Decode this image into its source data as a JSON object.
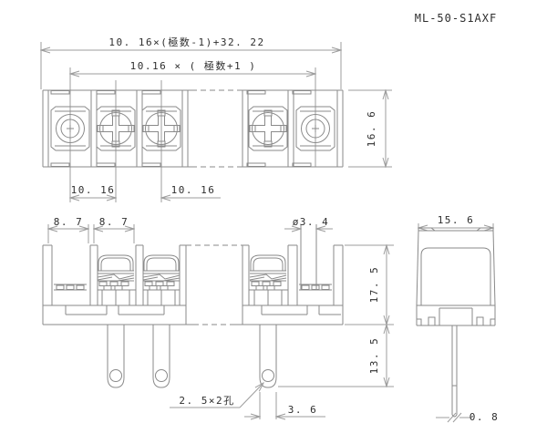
{
  "part_number": "ML-50-S1AXF",
  "top_view": {
    "overall_width_label": "10. 16×(極数-1)+32. 22",
    "hole_pitch_label": "10.16 × ( 極数+1 )",
    "height_label": "16. 6",
    "pitch_left_label": "10. 16",
    "pitch_right_label": "10. 16"
  },
  "front_view": {
    "opening_left_label": "8. 7",
    "opening_right_label": "8. 7",
    "mount_hole_dia_label": "ø3. 4",
    "body_height_label": "17. 5",
    "pin_length_label": "13. 5",
    "pin_hole_note": "2. 5×2孔",
    "pin_width_label": "3. 6"
  },
  "side_view": {
    "width_label": "15. 6",
    "pin_thickness_label": "0. 8"
  }
}
